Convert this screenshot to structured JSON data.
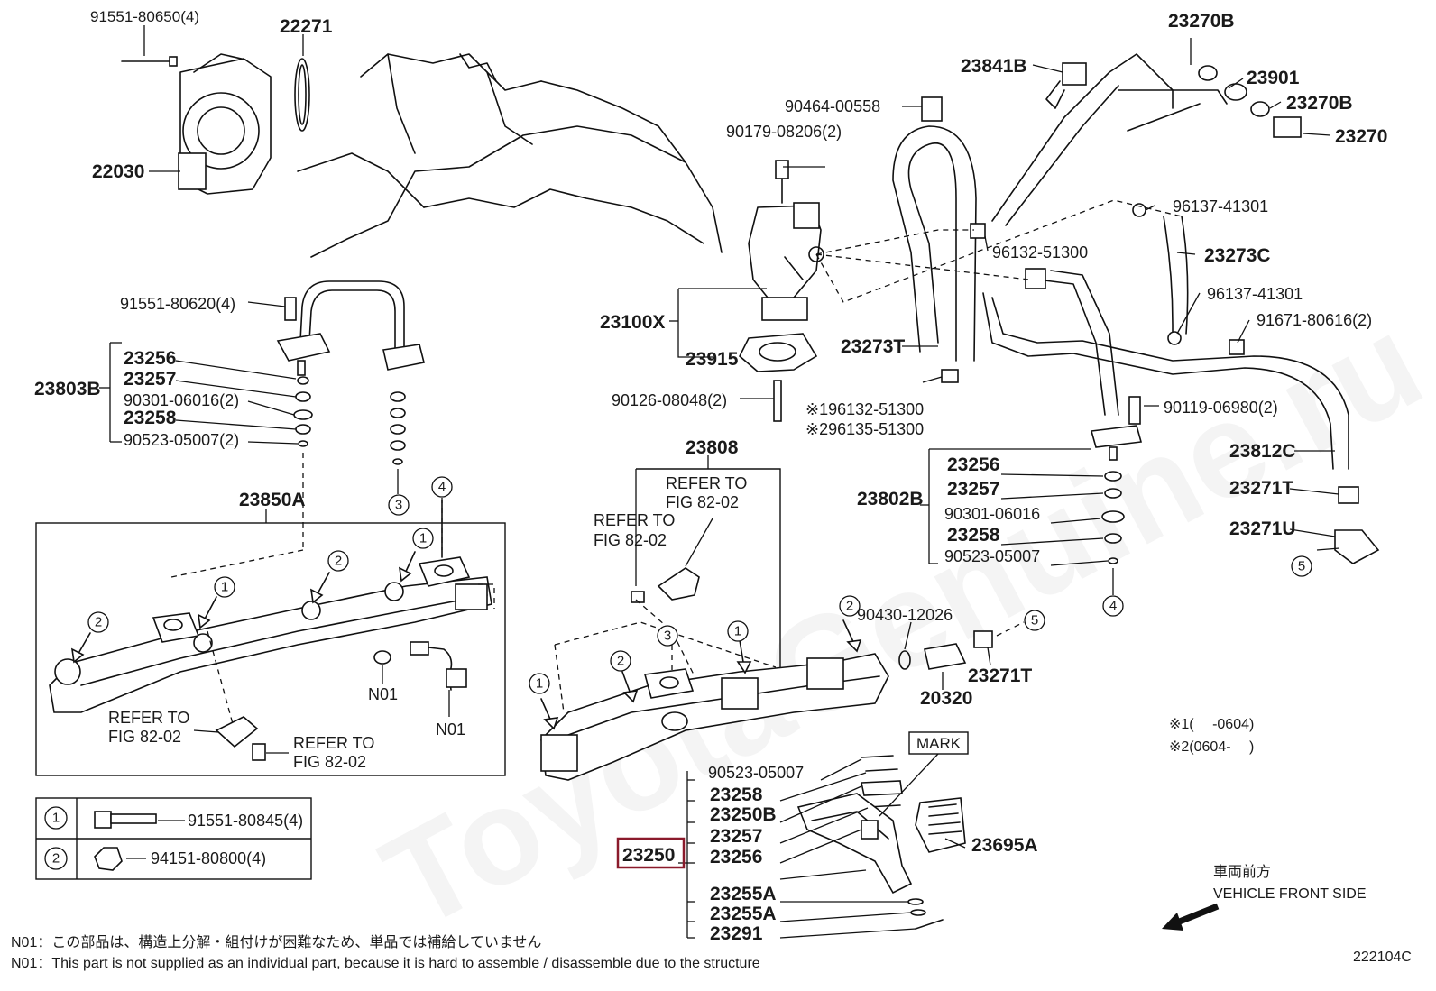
{
  "watermark": "ToyotaGenuine.ru",
  "figure_code": "222104C",
  "highlighted_part": "23250",
  "parts": {
    "p_91551_80650": "91551-80650(4)",
    "p_22271": "22271",
    "p_22030": "22030",
    "p_23270B_top": "23270B",
    "p_23841B": "23841B",
    "p_23901": "23901",
    "p_23270B_mid": "23270B",
    "p_23270": "23270",
    "p_90464": "90464-00558",
    "p_90179": "90179-08206(2)",
    "p_96137_a": "96137-41301",
    "p_96132": "96132-51300",
    "p_23273C": "23273C",
    "p_96137_b": "96137-41301",
    "p_91671": "91671-80616(2)",
    "p_23100X": "23100X",
    "p_23273T": "23273T",
    "p_23915": "23915",
    "p_90126": "90126-08048(2)",
    "p_star1": "※196132-51300",
    "p_star2": "※296135-51300",
    "p_90119": "90119-06980(2)",
    "p_23812C": "23812C",
    "p_23271T_right": "23271T",
    "p_23271U": "23271U",
    "p_91551_80620": "91551-80620(4)",
    "p_23803B": "23803B",
    "p_l_23256": "23256",
    "p_l_23257": "23257",
    "p_l_90301": "90301-06016(2)",
    "p_l_23258": "23258",
    "p_l_90523": "90523-05007(2)",
    "p_23850A": "23850A",
    "p_23808": "23808",
    "p_23802B": "23802B",
    "p_r_23256": "23256",
    "p_r_23257": "23257",
    "p_r_90301": "90301-06016",
    "p_r_23258": "23258",
    "p_r_90523": "90523-05007",
    "p_90430": "90430-12026",
    "p_20320": "20320",
    "p_23271T_mid": "23271T",
    "p_n01_a": "N01",
    "p_n01_b": "N01",
    "p_b_90523": "90523-05007",
    "p_b_23258": "23258",
    "p_b_23250B": "23250B",
    "p_b_23257": "23257",
    "p_b_23256": "23256",
    "p_23250": "23250",
    "p_23695A": "23695A",
    "p_23255A_1": "23255A",
    "p_23255A_2": "23255A",
    "p_23291": "23291",
    "p_mark": "MARK",
    "p_91551_80845": "91551-80845(4)",
    "p_94151_80800": "94151-80800(4)"
  },
  "refer": {
    "r1_a": "REFER TO",
    "r1_b": "FIG 82-02",
    "r2_a": "REFER TO",
    "r2_b": "FIG 82-02",
    "r3_a": "REFER TO",
    "r3_b": "FIG 82-02",
    "r4_a": "REFER TO",
    "r4_b": "FIG 82-02"
  },
  "circled": {
    "c1": "1",
    "c2": "2",
    "c3": "3",
    "c4": "4",
    "c5": "5"
  },
  "footnotes": {
    "date1": "※1(　 -0604)",
    "date2": "※2(0604-　 )",
    "front_jp": "車両前方",
    "front_en": "VEHICLE FRONT SIDE",
    "n01_jp": "N01：この部品は、構造上分解・組付けが困難なため、単品では補給していません",
    "n01_en": "N01：This part is not supplied as an individual part, because it is hard to assemble / disassemble due to the structure"
  }
}
